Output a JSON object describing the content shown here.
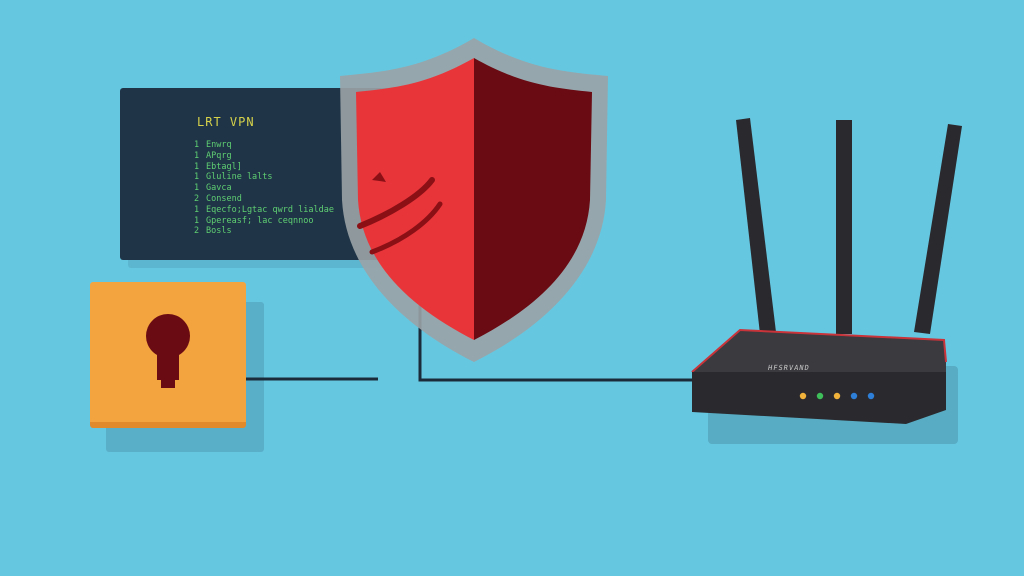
{
  "terminal": {
    "title": "LRT VPN",
    "lines": [
      {
        "num": "1",
        "text": "Enwrq"
      },
      {
        "num": "1",
        "text": "APqrg"
      },
      {
        "num": "1",
        "text": "Ebtagl]"
      },
      {
        "num": "1",
        "text": "Gluline lalts"
      },
      {
        "num": "1",
        "text": "Gavca"
      },
      {
        "num": "2",
        "text": "Consend"
      },
      {
        "num": "1",
        "text": "Eqecfo;Lgtac qwrd lialdae"
      },
      {
        "num": "1",
        "text": "Gpereasf; lac ceqnnoo"
      },
      {
        "num": "2",
        "text": "Bosls"
      }
    ]
  },
  "router": {
    "label": "HFSRVAND",
    "leds": [
      "#f0b23a",
      "#3fbf5a",
      "#f0b23a",
      "#2e7fd8",
      "#2e7fd8"
    ]
  },
  "colors": {
    "background": "#66c7e1",
    "shield_left": "#e8353a",
    "shield_right": "#6a0a12",
    "lock_box": "#f3a43f",
    "keyhole": "#6a0a12"
  }
}
